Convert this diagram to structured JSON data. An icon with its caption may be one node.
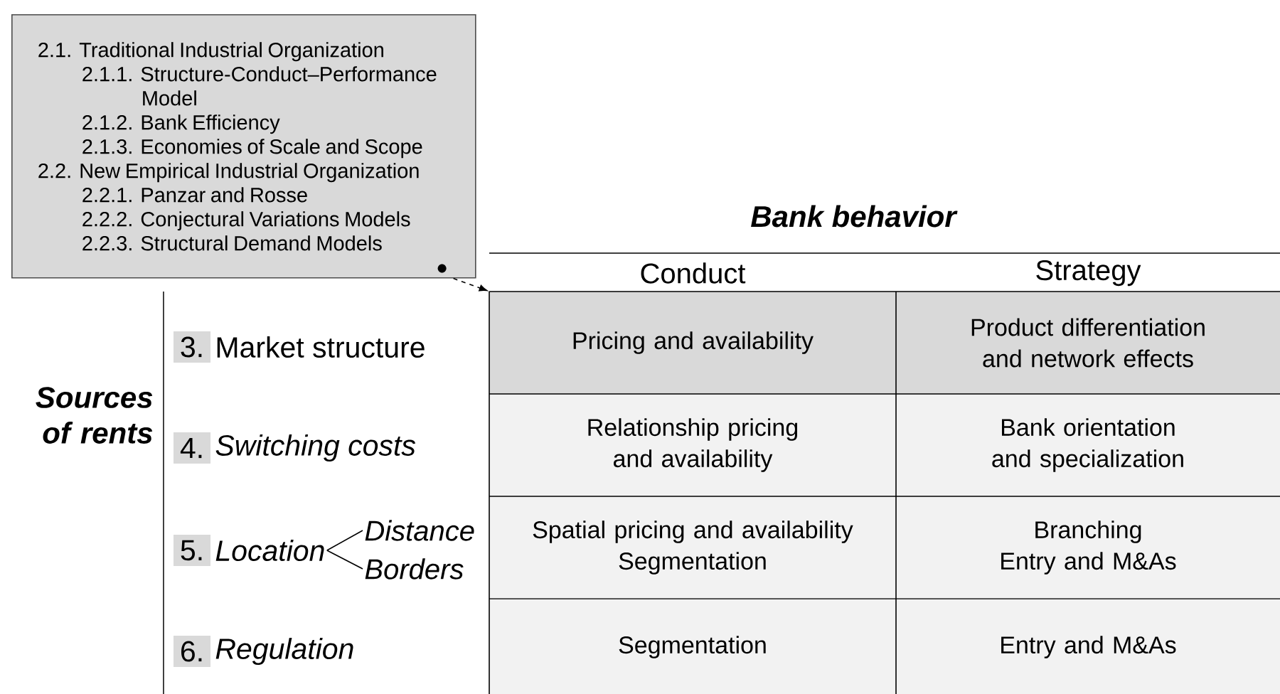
{
  "diagram": {
    "nodes": [
      {
        "text": [
          "2.1. Traditional Industrial Organization",
          "2.1.1. Structure-Conduct–Performance Model",
          "2.1.2. Bank Efficiency",
          "2.1.3. Economies of Scale and Scope",
          "2.2. New Empirical Industrial Organization",
          "2.2.1. Panzar and Rosse",
          "2.2.2. Conjectural Variations Models",
          "2.2.3. Structural Demand Models"
        ]
      },
      {
        "text": [
          "Pricing and availability"
        ]
      },
      {
        "text": [
          "Product differentiation and network effects"
        ]
      },
      {
        "text": [
          "Relationship pricing and availability"
        ]
      },
      {
        "text": [
          "Bank orientation and specialization"
        ]
      },
      {
        "text": [
          "Location"
        ]
      },
      {
        "text": [
          "Distance"
        ]
      },
      {
        "text": [
          "Borders"
        ]
      },
      {
        "text": [
          "Spatial pricing and availability",
          "Segmentation"
        ]
      },
      {
        "text": [
          "Branching",
          "Entry and M&As"
        ]
      },
      {
        "text": [
          "Segmentation"
        ]
      },
      {
        "text": [
          "Entry and M&As"
        ]
      }
    ],
    "edges": [
      {
        "from": 0,
        "to": 1,
        "arrow": "to",
        "style": "dashed"
      },
      {
        "from": 5,
        "to": 6,
        "arrow": "none"
      },
      {
        "from": 5,
        "to": 7,
        "arrow": "none"
      }
    ],
    "labels": [
      "Bank behavior",
      "Conduct",
      "Strategy",
      "3.",
      "Market structure",
      "4.",
      "Switching costs",
      "Sources of rents",
      "5.",
      "6.",
      "Regulation"
    ]
  }
}
